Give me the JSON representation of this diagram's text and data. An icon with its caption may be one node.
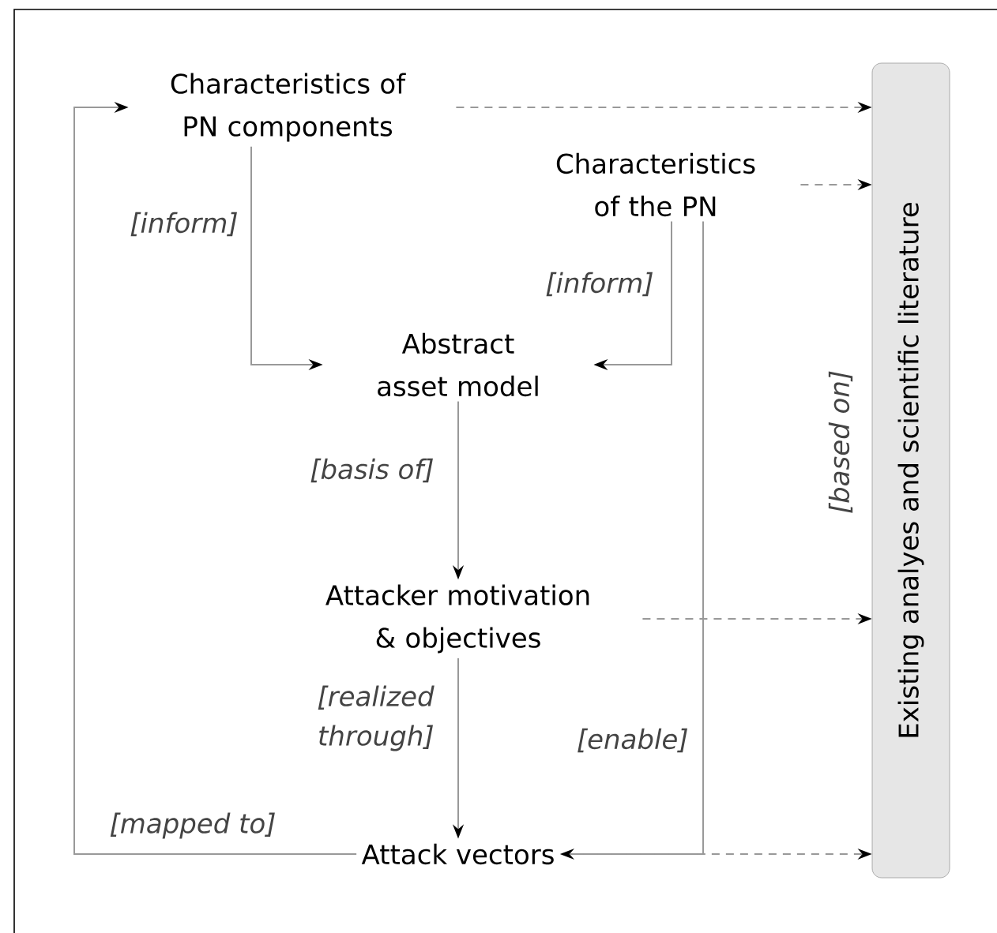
{
  "diagram": {
    "nodes": [
      {
        "text": [
          "Characteristics of PN components"
        ]
      },
      {
        "text": [
          "Characteristics of the PN"
        ]
      },
      {
        "text": [
          "Abstract asset model"
        ]
      },
      {
        "text": [
          "Attacker motivation & objectives"
        ]
      },
      {
        "text": [
          "Attack vectors"
        ]
      },
      {
        "text": [
          "Existing analyes and scientific literature"
        ]
      }
    ],
    "edges": [
      {
        "from": 0,
        "to": 2,
        "arrow": "to",
        "label": "[inform]"
      },
      {
        "from": 1,
        "to": 2,
        "arrow": "to",
        "label": "[inform]"
      },
      {
        "from": 2,
        "to": 3,
        "arrow": "to",
        "label": "[basis of]"
      },
      {
        "from": 3,
        "to": 4,
        "arrow": "to",
        "label": "[realized through]"
      },
      {
        "from": 1,
        "to": 4,
        "arrow": "to",
        "label": "[enable]"
      },
      {
        "from": 4,
        "to": 0,
        "arrow": "to",
        "label": "[mapped to]"
      },
      {
        "from": 0,
        "to": 5,
        "arrow": "to",
        "style": "dashed"
      },
      {
        "from": 1,
        "to": 5,
        "arrow": "to",
        "style": "dashed"
      },
      {
        "from": 3,
        "to": 5,
        "arrow": "to",
        "style": "dashed"
      },
      {
        "from": 4,
        "to": 5,
        "arrow": "to",
        "style": "dashed"
      }
    ],
    "labels": [
      "[based on]"
    ]
  }
}
